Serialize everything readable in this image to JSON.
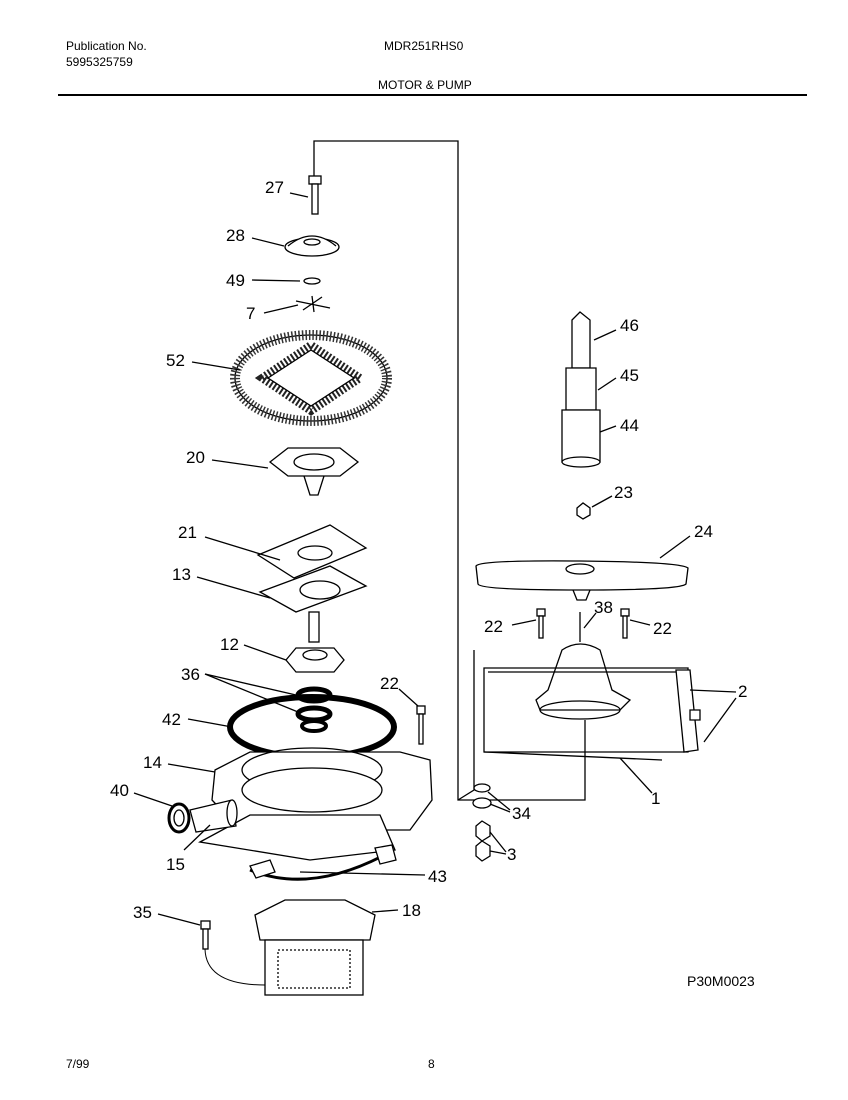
{
  "header": {
    "publication_label": "Publication No.",
    "publication_number": "5995325759",
    "model": "MDR251RHS0",
    "section_title": "MOTOR & PUMP"
  },
  "diagram": {
    "code": "P30M0023",
    "callouts": [
      "27",
      "28",
      "49",
      "7",
      "52",
      "20",
      "21",
      "13",
      "12",
      "36",
      "22",
      "42",
      "14",
      "40",
      "15",
      "43",
      "35",
      "18",
      "46",
      "45",
      "44",
      "23",
      "24",
      "38",
      "22",
      "22",
      "2",
      "34",
      "1",
      "3"
    ]
  },
  "footer": {
    "date": "7/99",
    "page": "8"
  }
}
